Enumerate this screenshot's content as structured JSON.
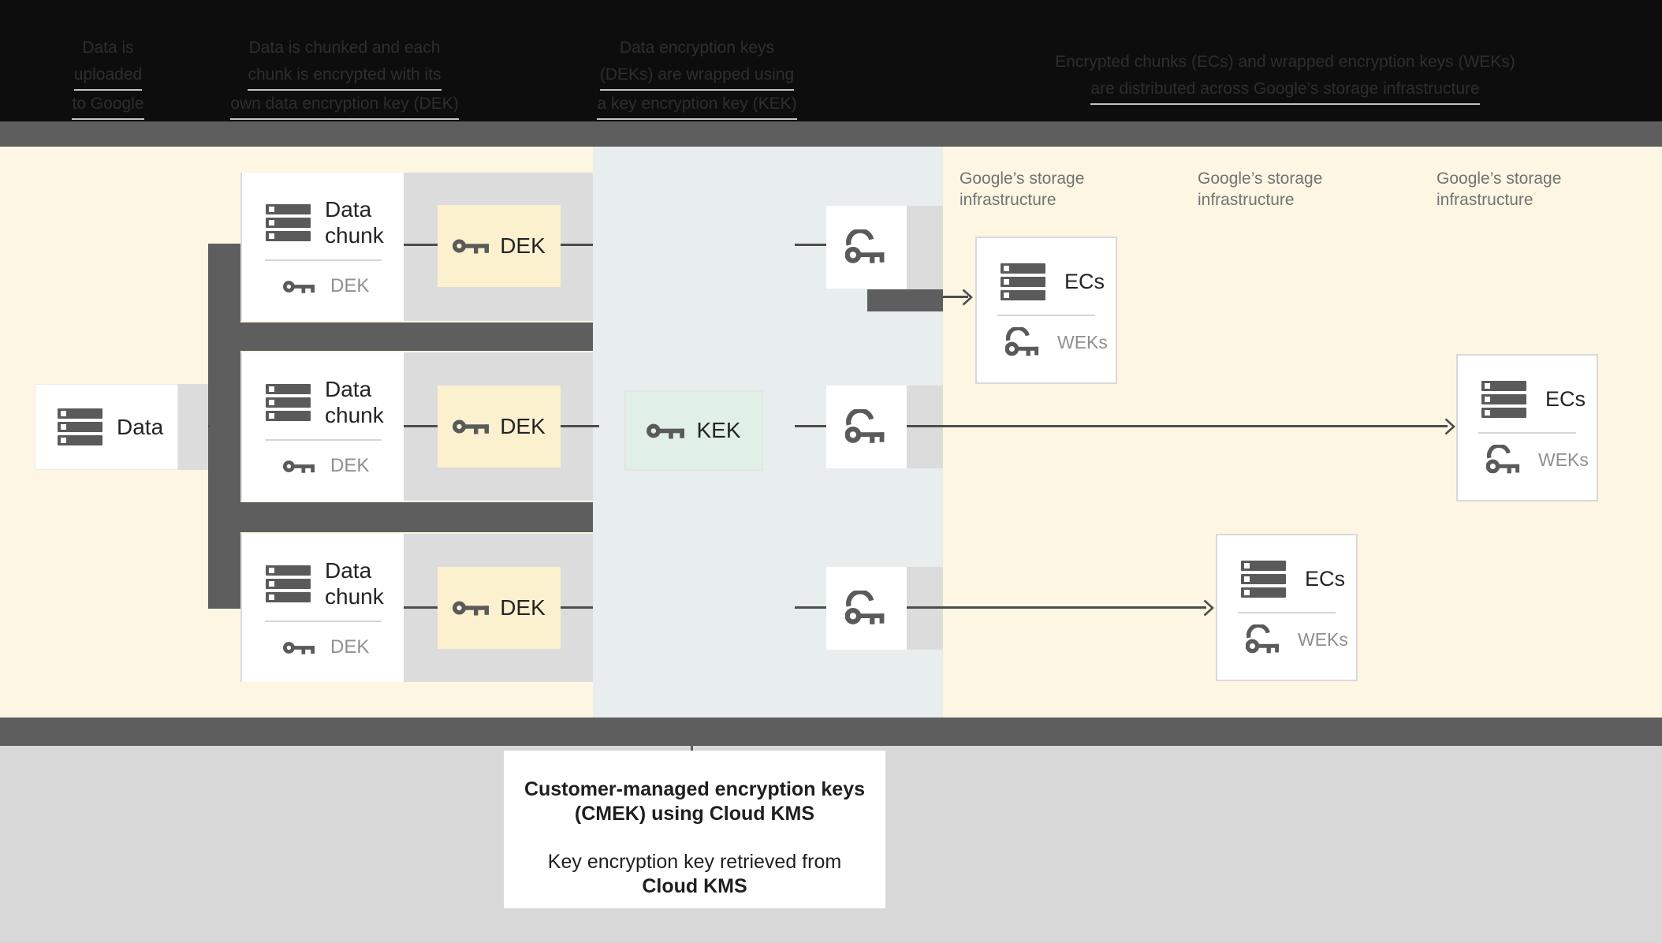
{
  "header": {
    "columns": [
      {
        "line1": "Data is",
        "line2": "uploaded",
        "line3": "to Google"
      },
      {
        "line1": "Data is chunked and each",
        "line2": "chunk is encrypted with its",
        "line3": "own data encryption key (DEK)"
      },
      {
        "line1": "Data encryption keys",
        "line2": "(DEKs) are wrapped using",
        "line3": "a key encryption key (KEK)"
      },
      {
        "line1": "Encrypted chunks (ECs) and wrapped encryption keys (WEKs)",
        "line2": "are distributed across Google’s storage infrastructure"
      }
    ]
  },
  "data_box": {
    "label": "Data"
  },
  "chunks": [
    {
      "title": "Data chunk",
      "key_label": "DEK"
    },
    {
      "title": "Data chunk",
      "key_label": "DEK"
    },
    {
      "title": "Data chunk",
      "key_label": "DEK"
    }
  ],
  "dek_boxes": [
    {
      "label": "DEK"
    },
    {
      "label": "DEK"
    },
    {
      "label": "DEK"
    }
  ],
  "kek_box": {
    "label": "KEK"
  },
  "storage_labels": [
    {
      "line1": "Google’s storage",
      "line2": "infrastructure"
    },
    {
      "line1": "Google’s storage",
      "line2": "infrastructure"
    },
    {
      "line1": "Google’s storage",
      "line2": "infrastructure"
    }
  ],
  "ecs_boxes": [
    {
      "title": "ECs",
      "key_label": "WEKs"
    },
    {
      "title": "ECs",
      "key_label": "WEKs"
    },
    {
      "title": "ECs",
      "key_label": "WEKs"
    }
  ],
  "caption": {
    "line1": "Customer-managed encryption keys",
    "line2": "(CMEK) using Cloud KMS",
    "line3": "Key encryption key retrieved from",
    "line4": "Cloud KMS"
  },
  "colors": {
    "header_bg": "#0d0d0d",
    "strip_gray": "#5e5e5e",
    "region_yellow": "#fcf6e3",
    "region_blue_gray": "#e8edee",
    "band_gray": "#dcdcdc",
    "dek_fill": "#fcf1cf",
    "kek_fill": "#e0f0e7",
    "icon_gray": "#5a5a5a",
    "footer_bg": "#d8d8d8"
  }
}
